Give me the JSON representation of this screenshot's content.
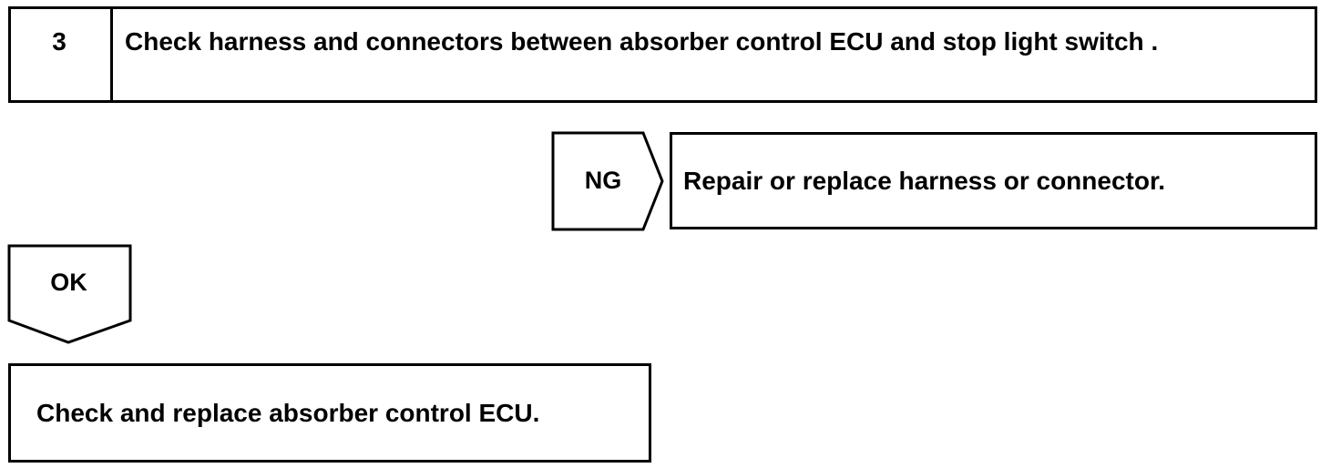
{
  "step": {
    "number": "3",
    "title": "Check harness and connectors between absorber control ECU and stop light switch ."
  },
  "ng_branch": {
    "label": "NG",
    "action": "Repair or replace harness or connector."
  },
  "ok_branch": {
    "label": "OK",
    "action": "Check and replace absorber control ECU."
  }
}
